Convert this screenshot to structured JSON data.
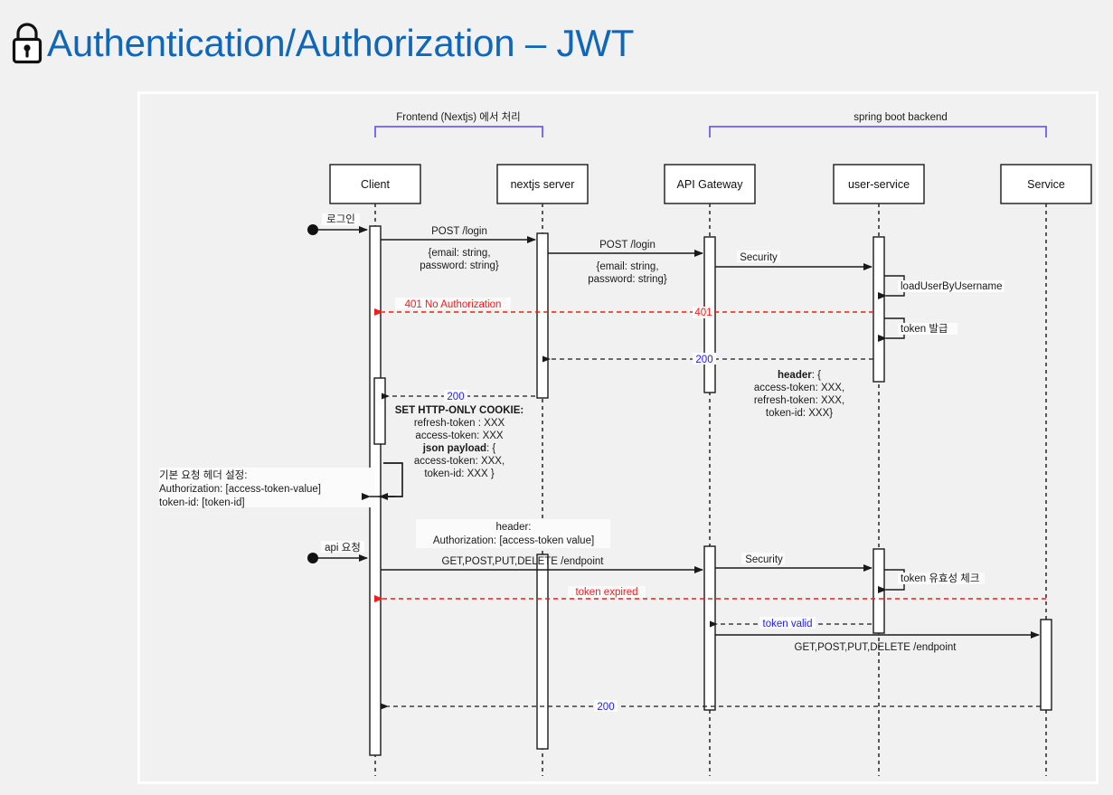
{
  "header": {
    "title": "Authentication/Authorization – JWT",
    "icon": "lock-icon",
    "title_color": "#1066b8"
  },
  "diagram": {
    "type": "sequence-diagram",
    "background": "#f1f1f1",
    "groups": [
      {
        "label": "Frontend (Nextjs) 에서 처리",
        "color": "#6f5ef5"
      },
      {
        "label": "spring boot backend",
        "color": "#6f5ef5"
      }
    ],
    "participants": [
      {
        "name": "Client"
      },
      {
        "name": "nextjs server"
      },
      {
        "name": "API Gateway"
      },
      {
        "name": "user-service"
      },
      {
        "name": "Service"
      }
    ],
    "messages": [
      {
        "id": "m1",
        "label": "로그인",
        "kind": "actor-start"
      },
      {
        "id": "m2",
        "label": "POST /login",
        "kind": "sync"
      },
      {
        "id": "m3",
        "label": "{email: string,",
        "label2": "password: string}",
        "kind": "payload"
      },
      {
        "id": "m4",
        "label": "POST /login",
        "kind": "sync"
      },
      {
        "id": "m5",
        "label": "{email: string,",
        "label2": "password: string}",
        "kind": "payload"
      },
      {
        "id": "m6",
        "label": "Security",
        "kind": "sync"
      },
      {
        "id": "m7",
        "label": "loadUserByUsername",
        "kind": "self"
      },
      {
        "id": "m8",
        "label": "401 No Authorization",
        "kind": "return-error",
        "color": "#f51b1b"
      },
      {
        "id": "m9",
        "label": "401",
        "kind": "return-error",
        "color": "#f51b1b"
      },
      {
        "id": "m10",
        "label": "token 발급",
        "kind": "self"
      },
      {
        "id": "m11",
        "label": "200",
        "kind": "return-ok",
        "color": "#2420f5"
      },
      {
        "id": "m12",
        "label": "200",
        "kind": "return-ok",
        "color": "#2420f5"
      },
      {
        "id": "m13",
        "label": "api 요청",
        "kind": "actor-start"
      },
      {
        "id": "m14",
        "label": "GET,POST,PUT,DELETE /endpoint",
        "kind": "sync"
      },
      {
        "id": "m15",
        "label": "Security",
        "kind": "sync"
      },
      {
        "id": "m16",
        "label": "token 유효성 체크",
        "kind": "self"
      },
      {
        "id": "m17",
        "label": "token expired",
        "kind": "return-error",
        "color": "#f51b1b"
      },
      {
        "id": "m18",
        "label": "token valid",
        "kind": "return-ok",
        "color": "#2420f5"
      },
      {
        "id": "m19",
        "label": "GET,POST,PUT,DELETE /endpoint",
        "kind": "sync"
      },
      {
        "id": "m20",
        "label": "200",
        "kind": "return-ok",
        "color": "#2420f5"
      }
    ],
    "notes": {
      "header_block": {
        "line1": "header: {",
        "line1_bold": "header",
        "line2": "access-token: XXX,",
        "line3": "refresh-token: XXX,",
        "line4": "token-id: XXX}"
      },
      "cookie_block": {
        "line1": "SET HTTP-ONLY COOKIE:",
        "line2": "refresh-token : XXX",
        "line3": "access-token: XXX",
        "line4": "json payload: {",
        "line4_bold": "json payload",
        "line5": "access-token: XXX,",
        "line6": "token-id: XXX }"
      },
      "default_header_note": {
        "line1": "기본 요청 헤더 설정:",
        "line2": "Authorization:  [access-token-value]",
        "line3": "token-id: [token-id]"
      },
      "api_header_note": {
        "line1": "header:",
        "line2": "Authorization: [access-token value]"
      }
    }
  }
}
